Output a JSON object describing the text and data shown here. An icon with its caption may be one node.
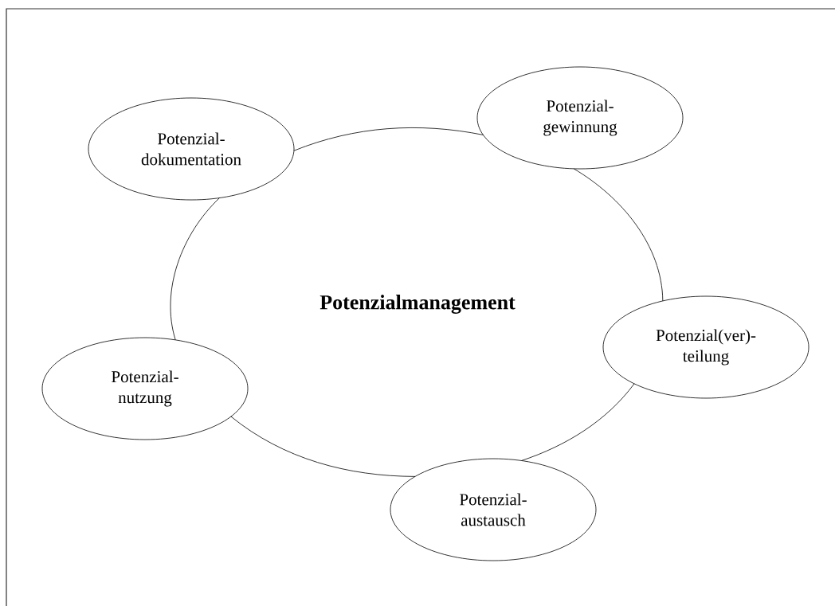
{
  "diagram": {
    "nodes": [
      {
        "text": [
          "Potenzial- dokumentation"
        ]
      },
      {
        "text": [
          "Potenzial- gewinnung"
        ]
      },
      {
        "text": [
          "Potenzial(ver)- teilung"
        ]
      },
      {
        "text": [
          "Potenzial- austausch"
        ]
      },
      {
        "text": [
          "Potenzial- nutzung"
        ]
      }
    ],
    "edges": [
      {
        "from": 0,
        "to": 1,
        "arrow": "none"
      },
      {
        "from": 1,
        "to": 2,
        "arrow": "none"
      },
      {
        "from": 2,
        "to": 3,
        "arrow": "none"
      },
      {
        "from": 3,
        "to": 4,
        "arrow": "none"
      },
      {
        "from": 4,
        "to": 0,
        "arrow": "none"
      }
    ],
    "labels": [
      "**Potenzialmanagement**"
    ]
  }
}
